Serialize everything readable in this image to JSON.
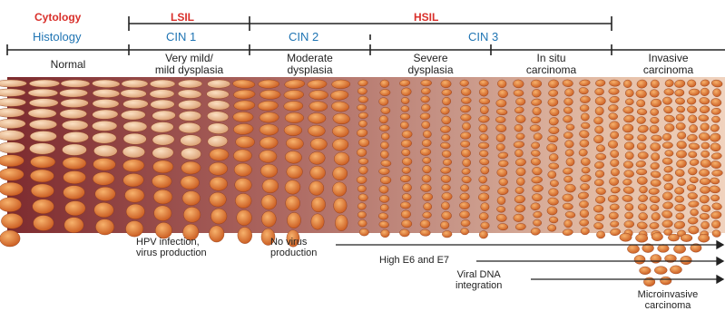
{
  "cytology": {
    "label": "Cytology",
    "lsil": "LSIL",
    "hsil": "HSIL"
  },
  "histology": {
    "label": "Histology",
    "cin1": "CIN 1",
    "cin2": "CIN 2",
    "cin3": "CIN 3"
  },
  "stages": [
    "Normal",
    "Very mild/\nmild dysplasia",
    "Moderate\ndysplasia",
    "Severe\ndysplasia",
    "In situ\ncarcinoma",
    "Invasive\ncarcinoma"
  ],
  "events": {
    "hpv": "HPV infection,\nvirus production",
    "novirus": "No virus\nproduction",
    "e6e7": "High E6 and E7",
    "dna": "Viral DNA\nintegration",
    "micro": "Microinvasive\ncarcinoma"
  },
  "colors": {
    "cytology_text": "#d9302b",
    "histology_text": "#1f74b3",
    "tissue_dark": "#7d2b2f",
    "tissue_light": "#e9c4ab",
    "cell": "#e7862f",
    "cell_normal": "#f3c7a0"
  }
}
